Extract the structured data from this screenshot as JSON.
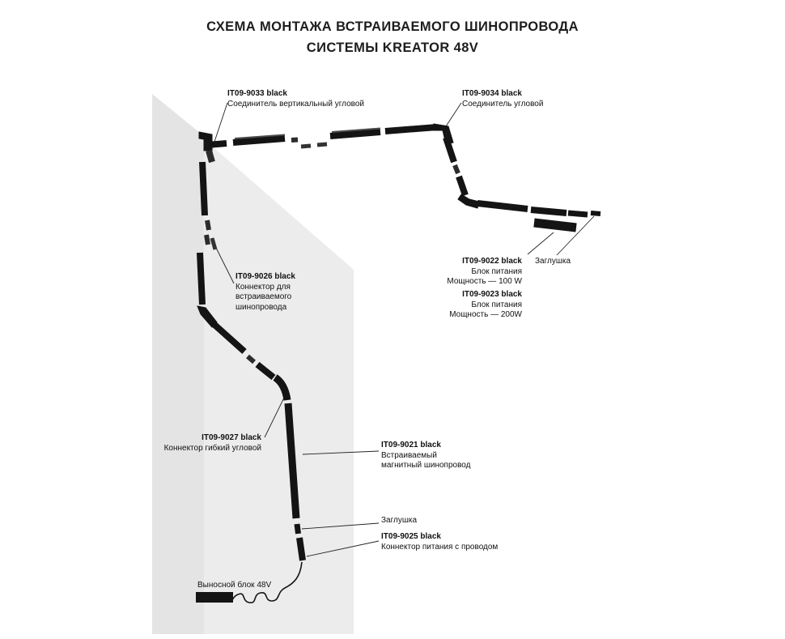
{
  "title": {
    "line1": "СХЕМА МОНТАЖА ВСТРАИВАЕМОГО ШИНОПРОВОДА",
    "line2": "СИСТЕМЫ KREATOR 48V"
  },
  "colors": {
    "track": "#141414",
    "wall": "#ececec",
    "wall_dark": "#e4e4e4",
    "leader": "#222222",
    "text": "#111111",
    "background": "#ffffff"
  },
  "callouts": {
    "c9033": {
      "code": "IT09-9033 black",
      "line1": "Соединитель вертикальный угловой"
    },
    "c9034": {
      "code": "IT09-9034 black",
      "line1": "Соединитель угловой"
    },
    "c9022": {
      "code": "IT09-9022 black",
      "line1": "Блок питания",
      "line2": "Мощность — 100 W"
    },
    "c9023": {
      "code": "IT09-9023 black",
      "line1": "Блок питания",
      "line2": "Мощность — 200W"
    },
    "zaglushka_right": {
      "label": "Заглушка"
    },
    "c9026": {
      "code": "IT09-9026 black",
      "line1": "Коннектор для",
      "line2": "встраиваемого",
      "line3": "шинопровода"
    },
    "c9027": {
      "code": "IT09-9027 black",
      "line1": "Коннектор гибкий угловой"
    },
    "c9021": {
      "code": "IT09-9021 black",
      "line1": "Встраиваемый",
      "line2": "магнитный шинопровод"
    },
    "zaglushka_bottom": {
      "label": "Заглушка"
    },
    "c9025": {
      "code": "IT09-9025 black",
      "line1": "Коннектор питания с проводом"
    },
    "external_block": {
      "label": "Выносной блок 48V"
    }
  }
}
